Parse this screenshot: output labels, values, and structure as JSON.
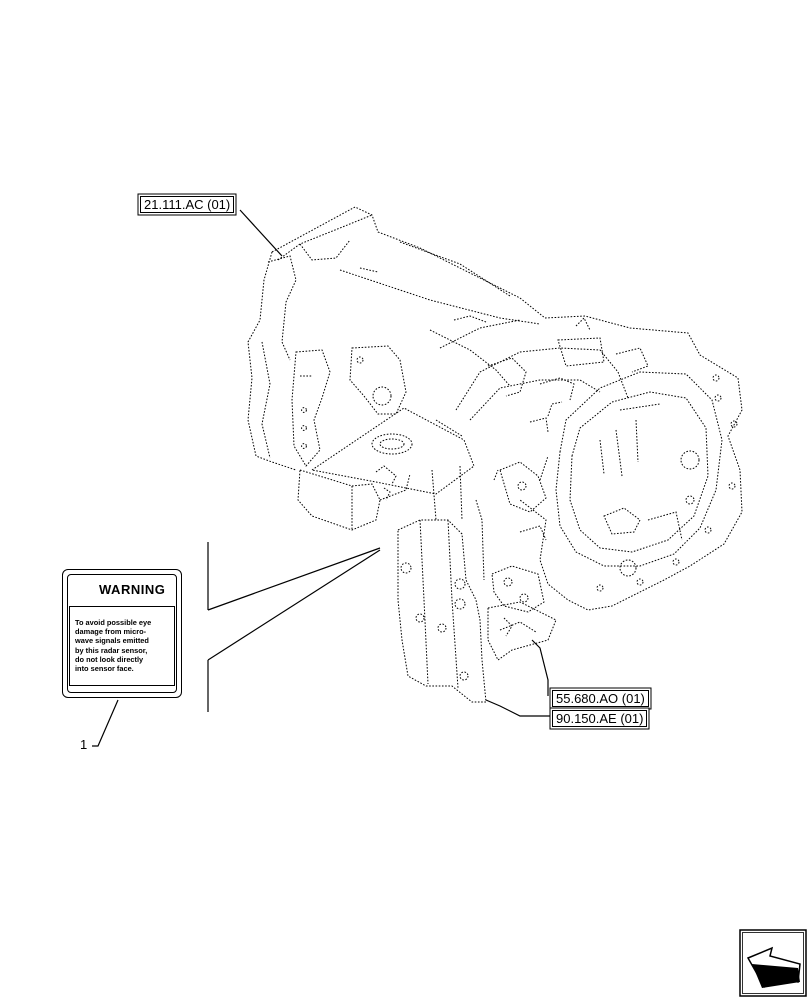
{
  "callouts": {
    "transmission_ref": "21.111.AC (01)",
    "sensor_bracket_ref": "55.680.AO (01)",
    "radar_sensor_ref": "90.150.AE (01)"
  },
  "item_number": "1",
  "warning_label": {
    "title": "WARNING",
    "lines": [
      "To avoid possible eye",
      "damage from micro-",
      "wave signals emitted",
      "by this radar sensor,",
      "do not look directly",
      "into sensor face."
    ]
  },
  "icons": [
    "warning-triangle-icon",
    "next-page-arrow-icon"
  ]
}
